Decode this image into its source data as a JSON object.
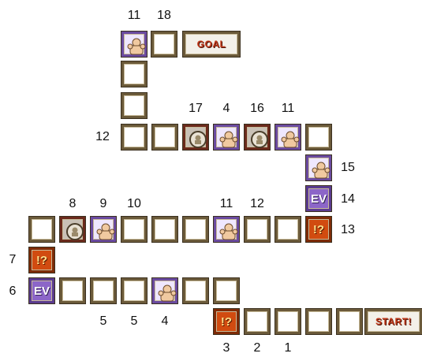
{
  "board": {
    "goal_label": "GOAL",
    "start_label": "START!",
    "ev_label": "EV",
    "event_label": "!?"
  },
  "numbers": {
    "n_top_11": "11",
    "n_top_18": "18",
    "n_17": "17",
    "n_4a": "4",
    "n_16": "16",
    "n_11b": "11",
    "n_12": "12",
    "n_15": "15",
    "n_14": "14",
    "n_13": "13",
    "n_8": "8",
    "n_9": "9",
    "n_10": "10",
    "n_11c": "11",
    "n_12b": "12",
    "n_7": "7",
    "n_6": "6",
    "n_5a": "5",
    "n_5b": "5",
    "n_4b": "4",
    "n_3": "3",
    "n_2": "2",
    "n_1": "1"
  },
  "colors": {
    "frame": "#6b5a3a",
    "ev": "#8c66c8",
    "event": "#d14b10",
    "token": "#c9c1b6"
  }
}
